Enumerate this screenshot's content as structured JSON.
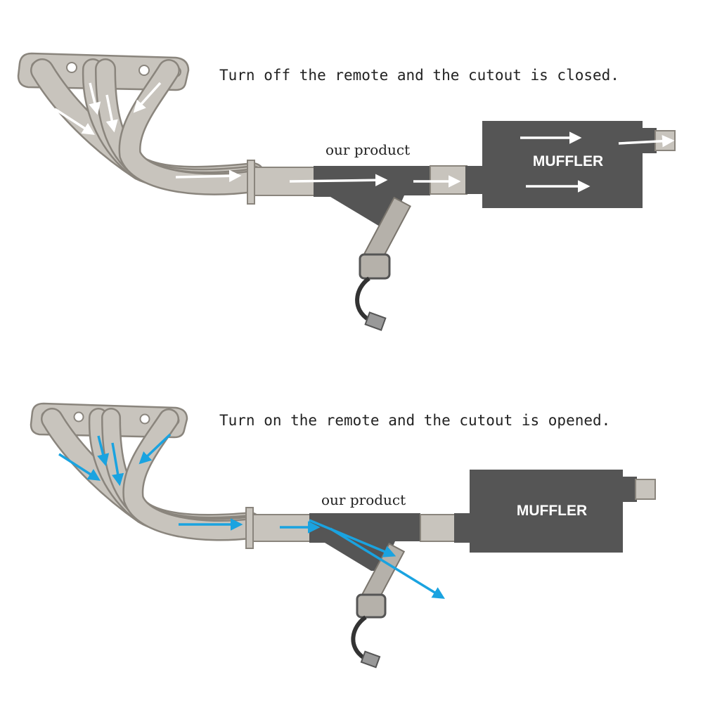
{
  "panels": [
    {
      "state": "closed",
      "caption": "Turn off the remote and the cutout is closed.",
      "product_label": "our product",
      "muffler_label": "MUFFLER",
      "arrow_color": "#ffffff"
    },
    {
      "state": "opened",
      "caption": "Turn on the remote and the cutout is opened.",
      "product_label": "our product",
      "muffler_label": "MUFFLER",
      "arrow_color": "#1aa3e0"
    }
  ],
  "colors": {
    "pipe_fill": "#c8c4bd",
    "pipe_stroke": "#8a857d",
    "product_fill": "#555555",
    "muffler_fill": "#555555",
    "flow_closed": "#ffffff",
    "flow_open": "#1aa3e0"
  }
}
